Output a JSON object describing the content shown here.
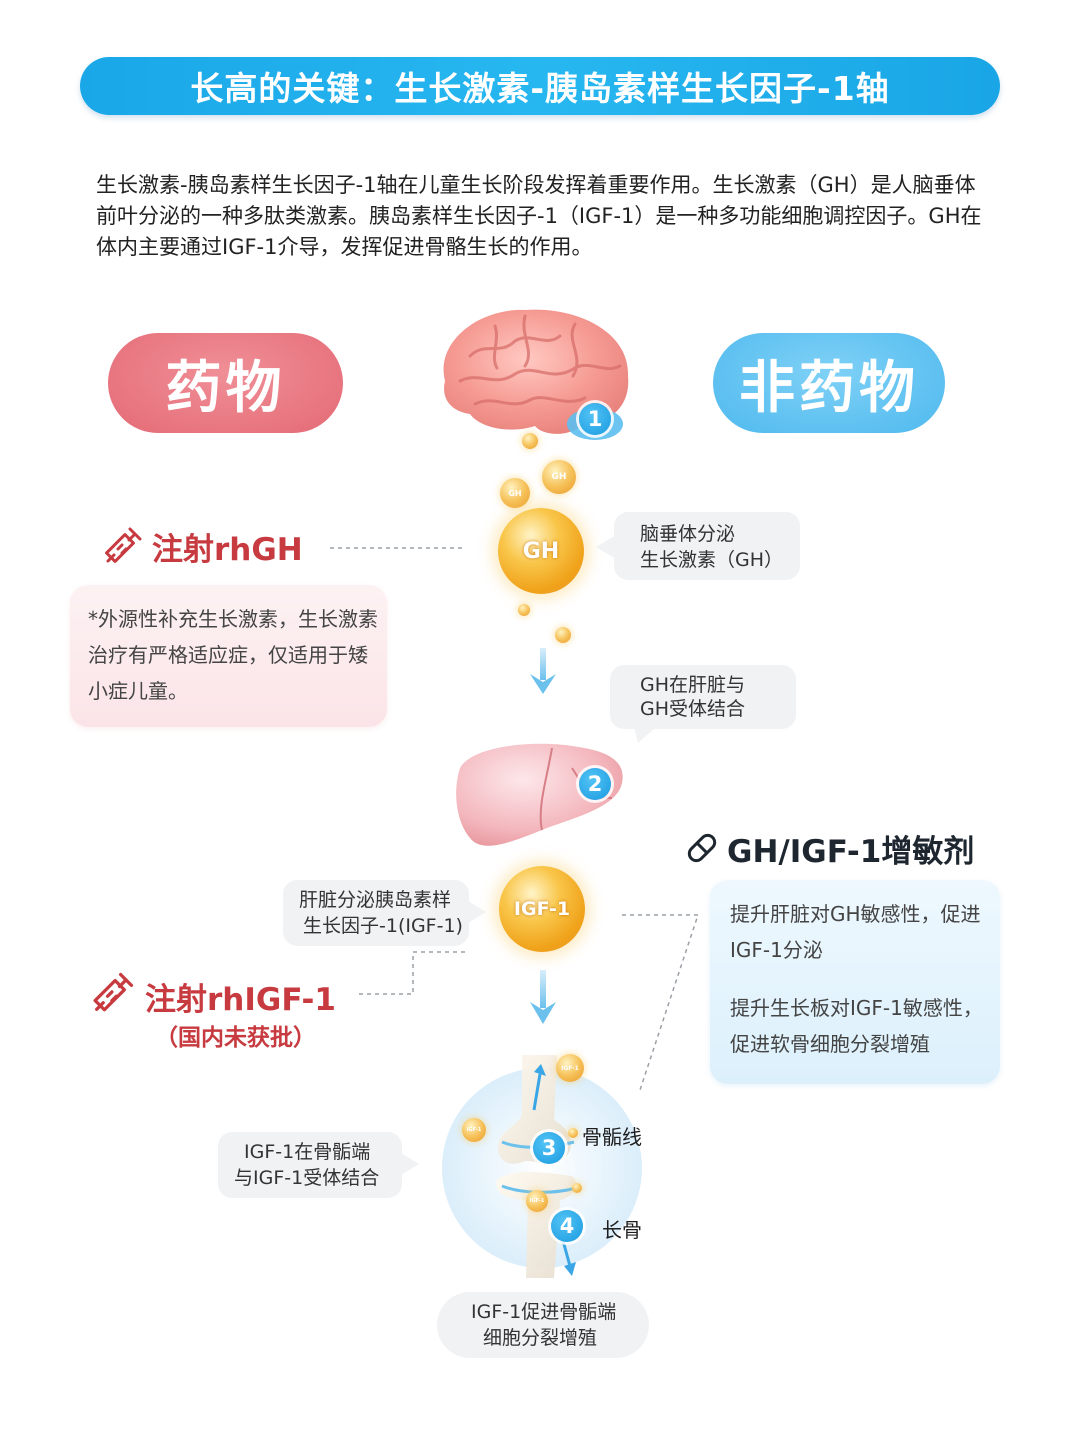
{
  "title": "长高的关键：生长激素-胰岛素样生长因子-1轴",
  "intro": "生长激素-胰岛素样生长因子-1轴在儿童生长阶段发挥着重要作用。生长激素（GH）是人脑垂体前叶分泌的一种多肽类激素。胰岛素样生长因子-1（IGF-1）是一种多功能细胞调控因子。GH在体内主要通过IGF-1介导，发挥促进骨骼生长的作用。",
  "categories": {
    "drug": "药物",
    "non_drug": "非药物"
  },
  "left": {
    "rhgh_title": "注射rhGH",
    "rhgh_note": "*外源性补充生长激素，生长激素治疗有严格适应症，仅适用于矮小症儿童。",
    "rhigf_title": "注射rhIGF-1",
    "rhigf_sub": "（国内未获批）"
  },
  "right": {
    "sensitizer_title": "GH/IGF-1增敏剂",
    "sensitizer_point1": "提升肝脏对GH敏感性，促进IGF-1分泌",
    "sensitizer_point2": "提升生长板对IGF-1敏感性，促进软骨细胞分裂增殖"
  },
  "flow": {
    "badges": [
      "1",
      "2",
      "3",
      "4"
    ],
    "hormone_gh": "GH",
    "hormone_igf": "IGF-1",
    "small_gh": "GH",
    "small_igf": "IGF-1",
    "bubble_pituitary": [
      "脑垂体分泌",
      "生长激素（GH）"
    ],
    "bubble_liver": [
      "GH在肝脏与",
      "GH受体结合"
    ],
    "bubble_liver_secrete": [
      "肝脏分泌胰岛素样",
      "生长因子-1(IGF-1)"
    ],
    "bubble_epiphysis": [
      "IGF-1在骨骺端",
      "与IGF-1受体结合"
    ],
    "bubble_bottom": [
      "IGF-1促进骨骺端",
      "细胞分裂增殖"
    ],
    "label_epiphyseal_line": "骨骺线",
    "label_long_bone": "长骨"
  },
  "colors": {
    "title_blue": "#1aa7e8",
    "drug_red": "#e46a75",
    "nondrug_blue": "#4fb9ee",
    "accent_red_text": "#c73a3f",
    "hormone_gold": "#f0a21a"
  }
}
